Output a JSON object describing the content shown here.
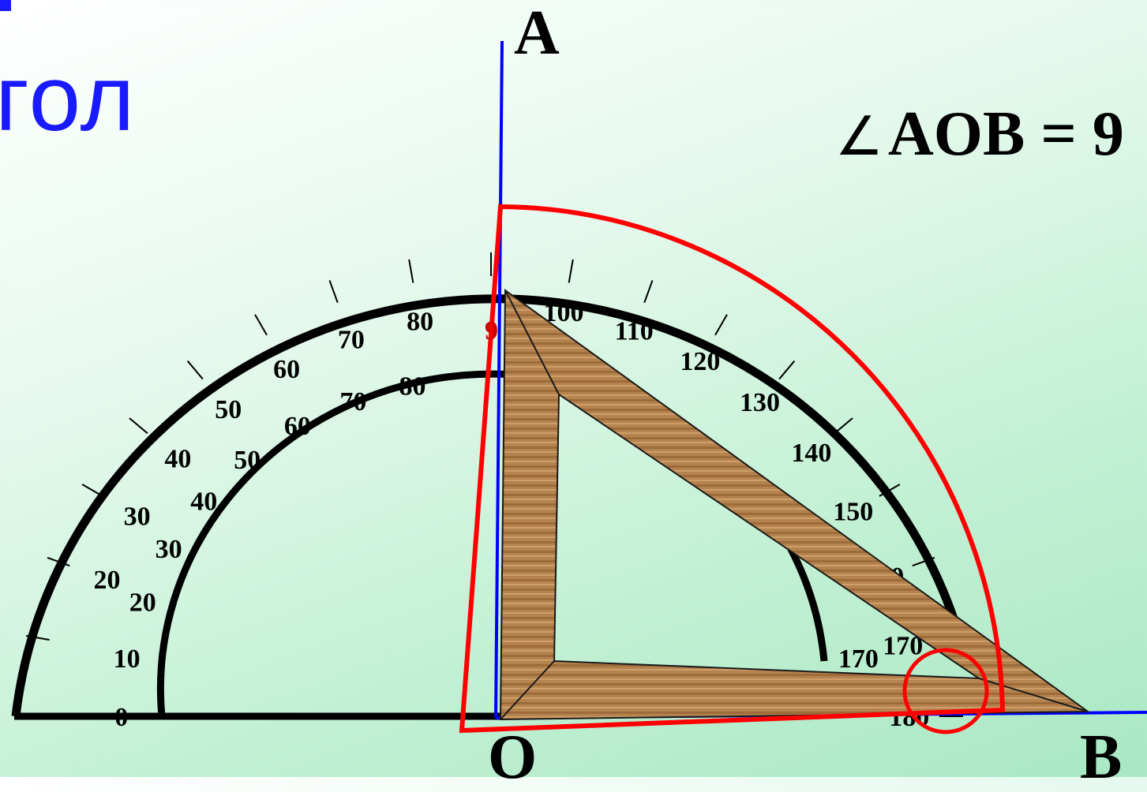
{
  "title_fragment": "гол",
  "formula": {
    "angle_symbol": "∠",
    "text": "AOB = 9"
  },
  "points": {
    "A": "A",
    "O": "O",
    "B": "B"
  },
  "outer_scale": {
    "labels": [
      "180",
      "170",
      "160",
      "150",
      "140",
      "130",
      "120",
      "110",
      "100",
      "80",
      "70",
      "60",
      "50",
      "40",
      "30",
      "20"
    ],
    "values": [
      180,
      170,
      160,
      150,
      140,
      130,
      120,
      110,
      100,
      80,
      70,
      60,
      50,
      40,
      30,
      20
    ]
  },
  "inner_scale": {
    "labels": [
      "0",
      "10",
      "20",
      "30",
      "40",
      "50",
      "60",
      "70",
      "80",
      "170"
    ],
    "values": [
      0,
      10,
      20,
      30,
      40,
      50,
      60,
      70,
      80,
      170
    ]
  },
  "hidden_label": "9",
  "colors": {
    "title": "#1a1aff",
    "ray": "#0000ff",
    "highlight": "#ff0000",
    "protractor": "#000000",
    "wood": "#b5834f"
  }
}
